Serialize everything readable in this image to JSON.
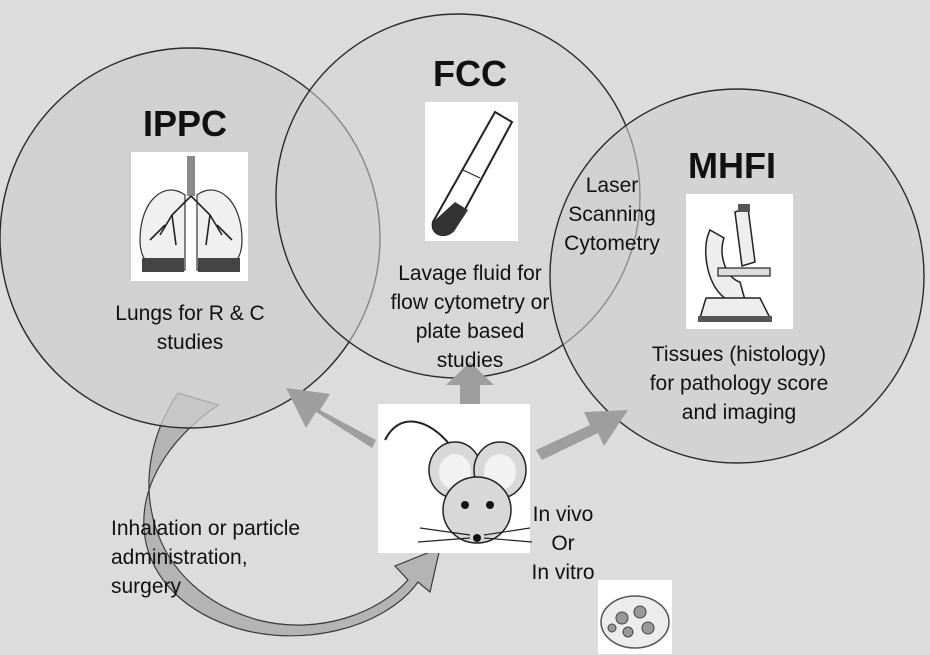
{
  "circles": {
    "ippc": {
      "title": "IPPC",
      "icon": "lungs-icon",
      "caption_lines": [
        "Lungs for R & C",
        "studies"
      ]
    },
    "fcc": {
      "title": "FCC",
      "icon": "test-tube-icon",
      "caption_lines": [
        "Lavage fluid for",
        "flow cytometry or",
        "plate based",
        "studies"
      ]
    },
    "mhfi": {
      "title": "MHFI",
      "icon": "microscope-icon",
      "caption_lines": [
        "Tissues (histology)",
        "for pathology score",
        "and imaging"
      ]
    }
  },
  "overlap": {
    "label_lines": [
      "Laser",
      "Scanning",
      "Cytometry"
    ]
  },
  "center": {
    "icon": "mouse-icon",
    "model_lines": [
      "In vivo",
      "Or",
      "In vitro"
    ],
    "dish_icon": "petri-dish-icon"
  },
  "curved_arrow": {
    "label_lines": [
      "Inhalation or particle",
      "administration,",
      "surgery"
    ]
  },
  "colors": {
    "background": "#dcdcdc",
    "circle_fill": "#cdcdcd",
    "circle_stroke": "#2a2a2a",
    "arrow_fill": "#9e9e9e",
    "curved_arrow_fill": "#b4b4b4"
  }
}
